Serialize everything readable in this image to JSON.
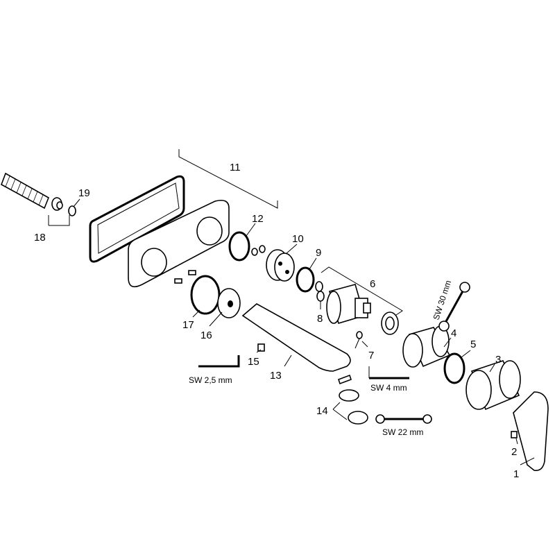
{
  "diagram": {
    "part_numbers": [
      "1",
      "2",
      "3",
      "4",
      "5",
      "6",
      "7",
      "8",
      "9",
      "10",
      "11",
      "12",
      "13",
      "14",
      "15",
      "16",
      "17",
      "18",
      "19"
    ],
    "tools": {
      "sw_2_5": "SW 2,5 mm",
      "sw_4": "SW 4 mm",
      "sw_22": "SW 22 mm",
      "sw_30": "SW 30 mm"
    }
  }
}
